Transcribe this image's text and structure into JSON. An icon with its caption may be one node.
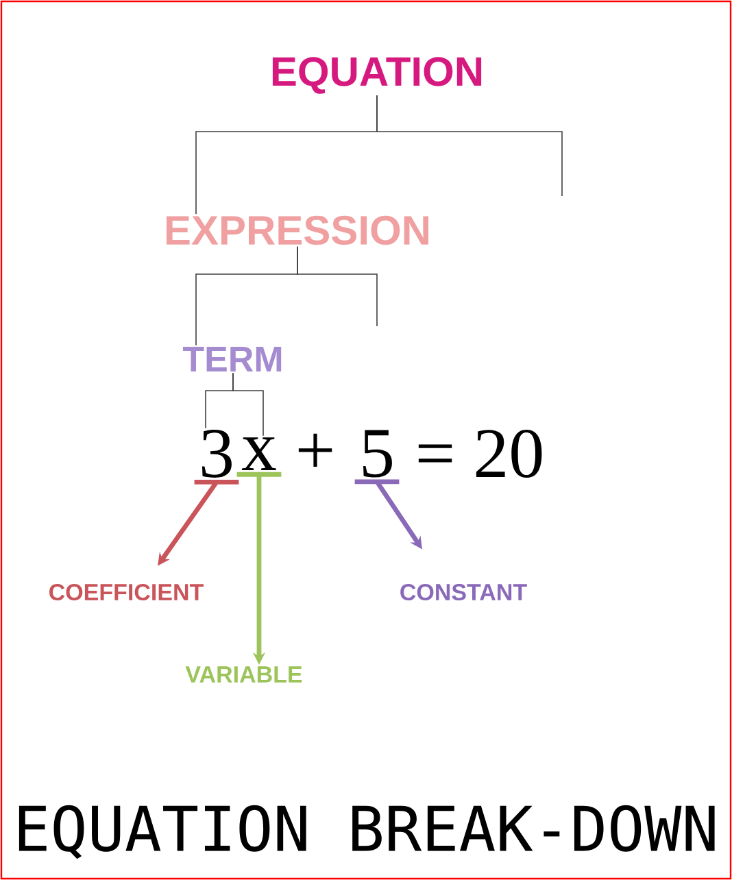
{
  "diagram": {
    "caption": "EQUATION BREAK-DOWN",
    "nodes": [
      {
        "text": [
          "EQUATION"
        ]
      },
      {
        "text": [
          "EXPRESSION"
        ]
      },
      {
        "text": [
          "TERM"
        ]
      },
      {
        "text": [
          "3"
        ]
      },
      {
        "text": [
          "x"
        ]
      },
      {
        "text": [
          "5"
        ]
      },
      {
        "text": [
          "COEFFICIENT"
        ]
      },
      {
        "text": [
          "VARIABLE"
        ]
      },
      {
        "text": [
          "CONSTANT"
        ]
      }
    ],
    "edges": [
      {
        "from": 0,
        "to": 1,
        "arrow": "none"
      },
      {
        "from": 0,
        "to": null,
        "arrow": "none"
      },
      {
        "from": 1,
        "to": 2,
        "arrow": "none"
      },
      {
        "from": 1,
        "to": null,
        "arrow": "none"
      },
      {
        "from": 2,
        "to": 3,
        "arrow": "none"
      },
      {
        "from": 2,
        "to": 4,
        "arrow": "none"
      },
      {
        "from": 3,
        "to": 6,
        "arrow": "to",
        "color": "#c9545a",
        "style": "thick"
      },
      {
        "from": 4,
        "to": 7,
        "arrow": "to",
        "color": "#9cc45a",
        "style": "thick"
      },
      {
        "from": 5,
        "to": 8,
        "arrow": "to",
        "color": "#8a6ab8",
        "style": "thick"
      }
    ],
    "labels": [
      "+",
      "= 20"
    ]
  }
}
